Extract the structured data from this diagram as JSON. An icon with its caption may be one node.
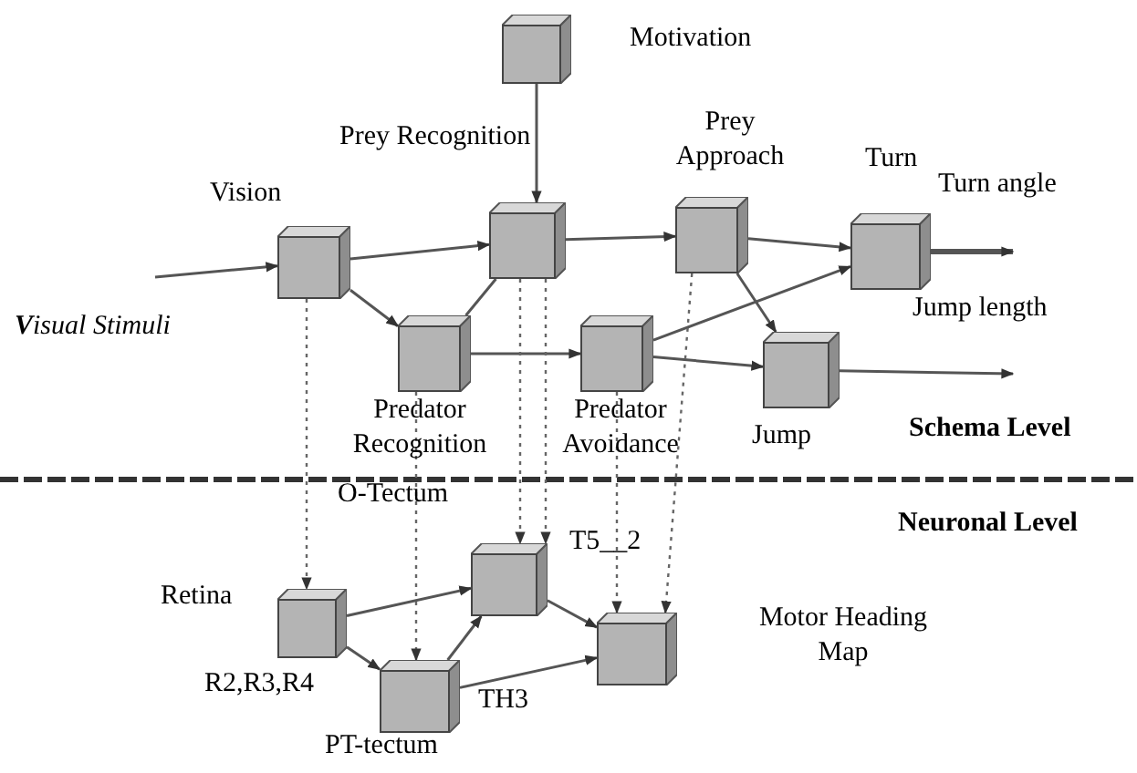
{
  "diagram": {
    "nodes": [
      {
        "text": [
          "Motivation"
        ]
      },
      {
        "text": [
          "Vision"
        ]
      },
      {
        "text": [
          "Prey Recognition"
        ]
      },
      {
        "text": [
          "Predator Recognition"
        ]
      },
      {
        "text": [
          "Prey Approach"
        ]
      },
      {
        "text": [
          "Predator Avoidance"
        ]
      },
      {
        "text": [
          "Turn"
        ]
      },
      {
        "text": [
          "Jump"
        ]
      },
      {
        "text": [
          "Retina"
        ]
      },
      {
        "text": [
          "O-Tectum"
        ]
      },
      {
        "text": [
          "PT-tectum"
        ]
      },
      {
        "text": [
          "Motor Heading Map"
        ]
      }
    ],
    "edges": [
      {
        "from": null,
        "to": 1,
        "arrow": "to"
      },
      {
        "from": 0,
        "to": 2,
        "arrow": "to"
      },
      {
        "from": 1,
        "to": 2,
        "arrow": "to"
      },
      {
        "from": 1,
        "to": 3,
        "arrow": "to"
      },
      {
        "from": 3,
        "to": 2,
        "arrow": "none"
      },
      {
        "from": 3,
        "to": 5,
        "arrow": "to"
      },
      {
        "from": 2,
        "to": 4,
        "arrow": "to"
      },
      {
        "from": 4,
        "to": 6,
        "arrow": "to"
      },
      {
        "from": 4,
        "to": 7,
        "arrow": "to"
      },
      {
        "from": 5,
        "to": 6,
        "arrow": "to"
      },
      {
        "from": 5,
        "to": 7,
        "arrow": "to"
      },
      {
        "from": 6,
        "to": null,
        "arrow": "to",
        "style": "thick"
      },
      {
        "from": 7,
        "to": null,
        "arrow": "to"
      },
      {
        "from": 8,
        "to": 9,
        "arrow": "to"
      },
      {
        "from": 8,
        "to": 10,
        "arrow": "to"
      },
      {
        "from": 10,
        "to": 9,
        "arrow": "to"
      },
      {
        "from": 9,
        "to": 11,
        "arrow": "to"
      },
      {
        "from": 10,
        "to": 11,
        "arrow": "to"
      },
      {
        "from": 1,
        "to": 8,
        "arrow": "to",
        "style": "dashed"
      },
      {
        "from": 2,
        "to": 9,
        "arrow": "to",
        "style": "dashed"
      },
      {
        "from": 2,
        "to": 9,
        "arrow": "to",
        "style": "dashed"
      },
      {
        "from": 3,
        "to": 10,
        "arrow": "to",
        "style": "dashed"
      },
      {
        "from": 5,
        "to": 11,
        "arrow": "to",
        "style": "dashed"
      },
      {
        "from": 4,
        "to": 11,
        "arrow": "to",
        "style": "dashed"
      }
    ],
    "labels": [
      "Turn angle",
      "Jump length",
      "**V**isual Stimuli",
      "Schema Level",
      "Neuronal Level",
      "T5__2",
      "R2,R3,R4",
      "TH3"
    ]
  }
}
